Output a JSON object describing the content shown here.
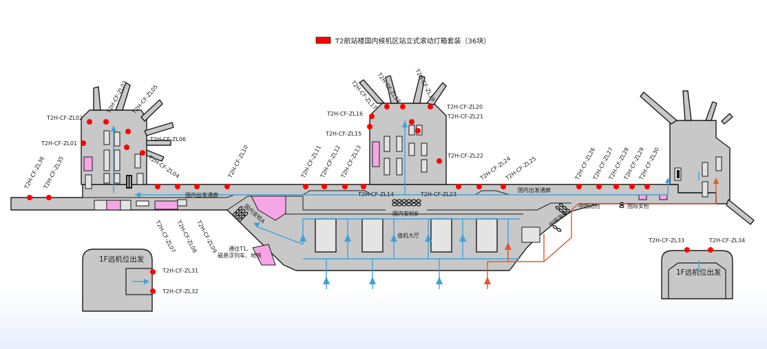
{
  "legend": {
    "text": "T2航站楼国内候机区站立式滚动灯箱套装（36块）",
    "swatch_color": "#ff0000"
  },
  "colors": {
    "building": "#c8c8c8",
    "outline": "#1a1a1a",
    "accent_pink": "#f6a6e6",
    "flow_domestic": "#3da3db",
    "flow_international": "#e4552b",
    "marker": "#ff0000"
  },
  "areas": {
    "domestic_concourse_left": "国内出发通廊",
    "domestic_concourse_right": "国内出发通廊",
    "security_a": "国内安检A",
    "security_b": "国内安检B",
    "departure_hall": "值机大厅",
    "china_border": "中国边检",
    "international_security": "国际安检",
    "china_customs": "中国海关",
    "to_t1": "通往T1、",
    "to_t1_line2": "磁悬浮列车、地铁"
  },
  "remote_left": {
    "title": "1F远机位出发",
    "codes": [
      "T2H-CF-ZL31",
      "T2H-CF-ZL32"
    ]
  },
  "remote_right": {
    "title": "1F远机位出发",
    "codes": [
      "T2H-CF-ZL33",
      "T2H-CF-ZL34"
    ]
  },
  "markers": [
    "T2H-CF-ZL01",
    "T2H-CF-ZL02",
    "T2H-CF-ZL03",
    "T2H-CF-ZL04",
    "T2H-CF-ZL05",
    "T2H-CF-ZL06",
    "T2H-CF-ZL07",
    "T2H-CF-ZL08",
    "T2H-CF-ZL09",
    "T2H-CF-ZL10",
    "T2H-CF-ZL11",
    "T2H-CF-ZL12",
    "T2H-CF-ZL13",
    "T2H-CF-ZL14",
    "T2H-CF-ZL15",
    "T2H-CF-ZL16",
    "T2H-CF-ZL17",
    "T2H-CF-ZL18",
    "T2H-CF-ZL19",
    "T2H-CF-ZL20",
    "T2H-CF-ZL21",
    "T2H-CF-ZL22",
    "T2H-CF-ZL23",
    "T2H-CF-ZL24",
    "T2H-CF-ZL25",
    "T2H-CF-ZL26",
    "T2H-CF-ZL27",
    "T2H-CF-ZL28",
    "T2H-CF-ZL29",
    "T2H-CF-ZL30",
    "T2H-CF-ZL35",
    "T2H-CF-ZL36"
  ]
}
